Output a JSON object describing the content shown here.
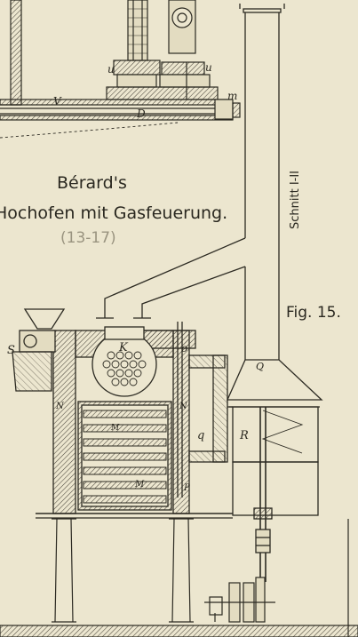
{
  "plate": {
    "title_line1": "Bérard's",
    "title_line2": "Hochofen mit Gasfeuerung.",
    "pencil_note": "(13-17)",
    "figure_label": "Fig. 15.",
    "section_label": "Schnitt I-II"
  },
  "labels": {
    "u_left": "u",
    "u_right": "u",
    "V": "V",
    "D": "D",
    "m": "m",
    "S": "S",
    "K": "K",
    "o": "o",
    "N_left": "N",
    "N_right": "N",
    "M_upper": "M",
    "M_lower": "M",
    "q": "q",
    "R": "R",
    "Q": "Q",
    "P": "P"
  },
  "colors": {
    "paper": "#ece6cf",
    "ink": "#2c2a22",
    "hatch": "#5a564a",
    "pencil": "#9a9480"
  }
}
